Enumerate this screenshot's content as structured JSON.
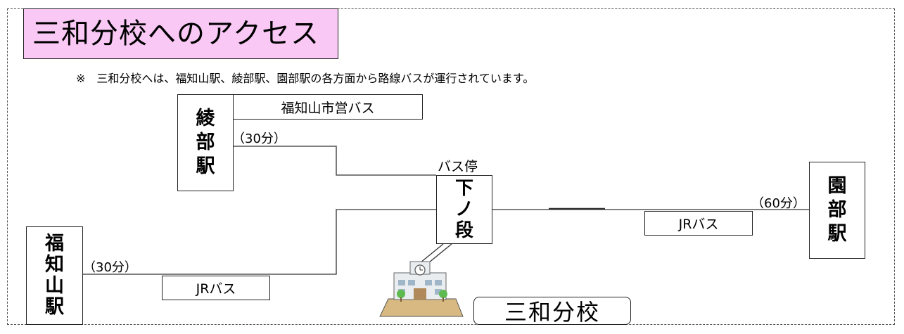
{
  "title": "三和分校へのアクセス",
  "note": "※　三和分校へは、福知山駅、綾部駅、園部駅の各方面から路線バスが運行されています。",
  "stations": {
    "ayabe": [
      "綾",
      "部",
      "駅"
    ],
    "fukuchiyama": [
      "福",
      "知",
      "山",
      "駅"
    ],
    "sonobe": [
      "園",
      "部",
      "駅"
    ]
  },
  "bus_stop": {
    "label": "バス停",
    "name": [
      "下",
      "ノ",
      "段"
    ]
  },
  "routes": {
    "ayabe": {
      "bus": "福知山市営バス",
      "duration": "（30分）"
    },
    "fukuchiyama": {
      "bus": "JRバス",
      "duration": "（30分）"
    },
    "sonobe": {
      "bus": "JRバス",
      "duration": "（60分）"
    }
  },
  "school": {
    "name": "三和分校",
    "icon": "school-building-icon"
  }
}
